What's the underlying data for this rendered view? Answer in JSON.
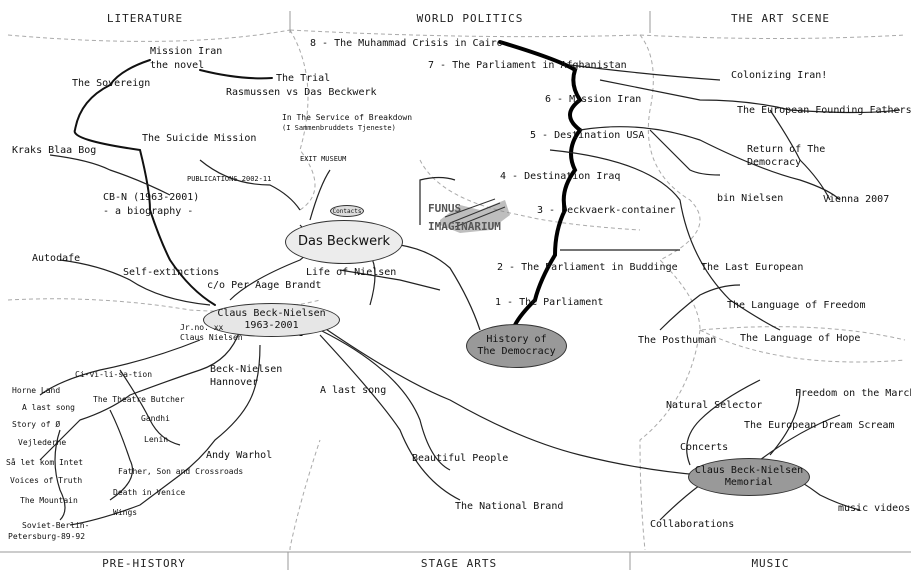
{
  "headers": {
    "literature": "LITERATURE",
    "world_politics": "WORLD POLITICS",
    "art_scene": "THE ART SCENE",
    "pre_history": "PRE-HISTORY",
    "stage_arts": "STAGE ARTS",
    "music": "MUSIC"
  },
  "nodes": {
    "beckwerk": "Das Beckwerk",
    "claus": "Claus Beck-Nielsen\n1963-2001",
    "history": "History of\nThe Democracy",
    "memorial": "Claus Beck-Nielsen\nMemorial",
    "contacts": "Contacts"
  },
  "funus": {
    "line1": "FUNUS",
    "line2": "IMAGINARIUM"
  },
  "politics": [
    "8 - The Muhammad Crisis in Cairo",
    "7 - The Parliament in Afghanistan",
    "6 - Mission Iran",
    "5 - Destination USA",
    "4 - Destination Iraq",
    "3 - beckvaerk-container",
    "2 - The Parliament in Buddinge",
    "1 - The Parliament"
  ],
  "literature": {
    "mission_iran": "Mission Iran",
    "the_novel": "the novel",
    "sovereign": "The Sovereign",
    "trial": "The Trial",
    "rasmussen": "Rasmussen vs Das Beckwerk",
    "suicide": "The Suicide Mission",
    "kraks": "Kraks Blaa Bog",
    "cbn": "CB-N (1963-2001)",
    "biography": "- a biography -",
    "autodafe": "Autodafe",
    "selfext": "Self-extinctions",
    "service": "In The Service of Breakdown",
    "service_sub": "(I Sammenbruddets Tjeneste)",
    "exit": "EXIT MUSEUM",
    "publications": "PUBLICATIONS 2002-11",
    "life": "Life of Nielsen",
    "co": "c/o Per Aage Brandt"
  },
  "prehistory": {
    "jrno": "Jr.no. xx",
    "claus_nielsen": "Claus Nielsen",
    "civilisation": "Ci-vi-li-sa-tion",
    "horneland": "Horne Land",
    "alastsong": "A last song",
    "story": "Story of Ø",
    "vejlederne": "Vejlederne",
    "saletkom": "Så let kom Intet",
    "voices": "Voices of Truth",
    "mountain": "The Mountain",
    "soviet": "Soviet-Berlin-",
    "petersburg": "Petersburg-89-92",
    "butcher": "The Theatre Butcher",
    "gandhi": "Gandhi",
    "lenin": "Lenin",
    "warhol": "Andy Warhol",
    "father": "Father, Son and Crossroads",
    "death": "Death in Venice",
    "wings": "Wings",
    "hannover1": "Beck-Nielsen",
    "hannover2": "Hannover"
  },
  "stage": {
    "lastsong": "A last song",
    "beautiful": "Beautiful People",
    "national": "The National Brand"
  },
  "art": {
    "colonizing": "Colonizing Iran!",
    "founding": "The European Founding Fathers",
    "return1": "Return of The",
    "return2": "Democracy",
    "vienna": "Vienna 2007",
    "binnielsen": "bin Nielsen",
    "lasteuropean": "The Last European",
    "freedomlang": "The Language of Freedom",
    "posthuman": "The Posthuman",
    "hope": "The Language of Hope"
  },
  "music": {
    "natural": "Natural Selector",
    "freedommarch": "Freedom on the March",
    "dream": "The European Dream Scream",
    "concerts": "Concerts",
    "videos": "music videos",
    "collab": "Collaborations"
  }
}
